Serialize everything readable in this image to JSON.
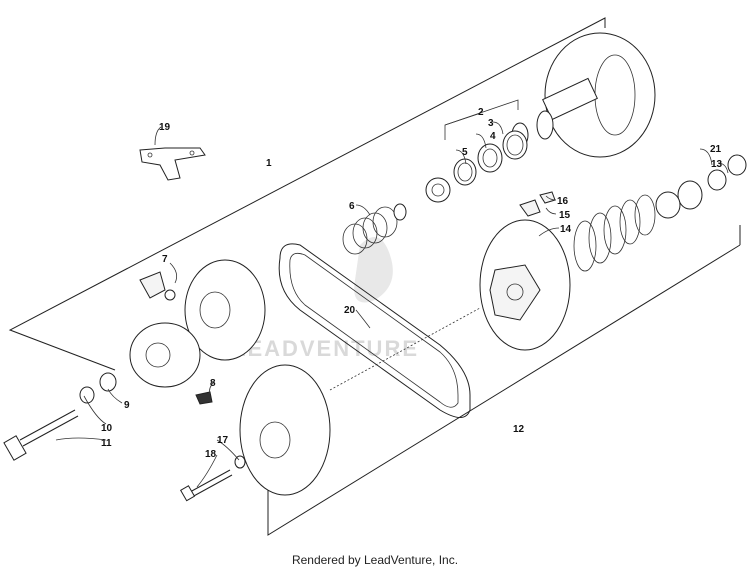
{
  "watermark": "LEADVENTURE",
  "footer": "Rendered by LeadVenture, Inc.",
  "callouts": {
    "c1": "1",
    "c2": "2",
    "c3": "3",
    "c4": "4",
    "c5": "5",
    "c6": "6",
    "c7": "7",
    "c8": "8",
    "c9": "9",
    "c10": "10",
    "c11": "11",
    "c12": "12",
    "c13": "13",
    "c14": "14",
    "c15": "15",
    "c16": "16",
    "c17": "17",
    "c18": "18",
    "c19": "19",
    "c20": "20",
    "c21": "21"
  }
}
